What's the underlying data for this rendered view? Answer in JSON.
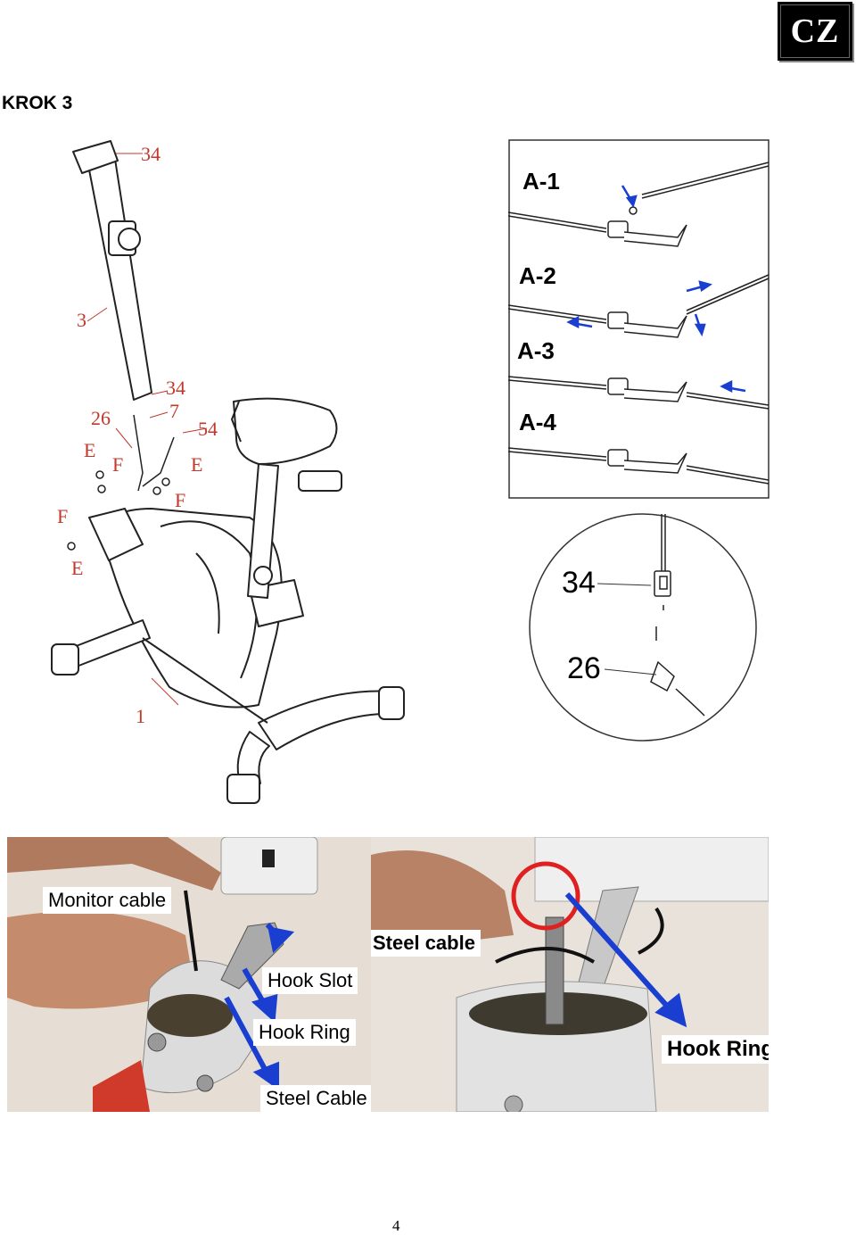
{
  "header": {
    "language_badge": "CZ",
    "step_title": "KROK 3"
  },
  "exploded_view": {
    "part_labels": [
      "34",
      "3",
      "34",
      "7",
      "26",
      "54",
      "E",
      "F",
      "E",
      "F",
      "F",
      "E",
      "1"
    ]
  },
  "cable_detail": {
    "steps": [
      "A-1",
      "A-2",
      "A-3",
      "A-4"
    ]
  },
  "connector_detail": {
    "labels": [
      "34",
      "26"
    ]
  },
  "photo_left": {
    "labels": [
      "Monitor cable",
      "Hook Slot",
      "Hook Ring",
      "Steel Cable"
    ]
  },
  "photo_right": {
    "labels": [
      "Steel cable",
      "Hook Ring"
    ]
  },
  "colors": {
    "pointer_arrow": "#1a3fd0",
    "highlight_circle": "#e02020",
    "part_label": "#c0392b"
  },
  "footer": {
    "page_number": "4"
  }
}
